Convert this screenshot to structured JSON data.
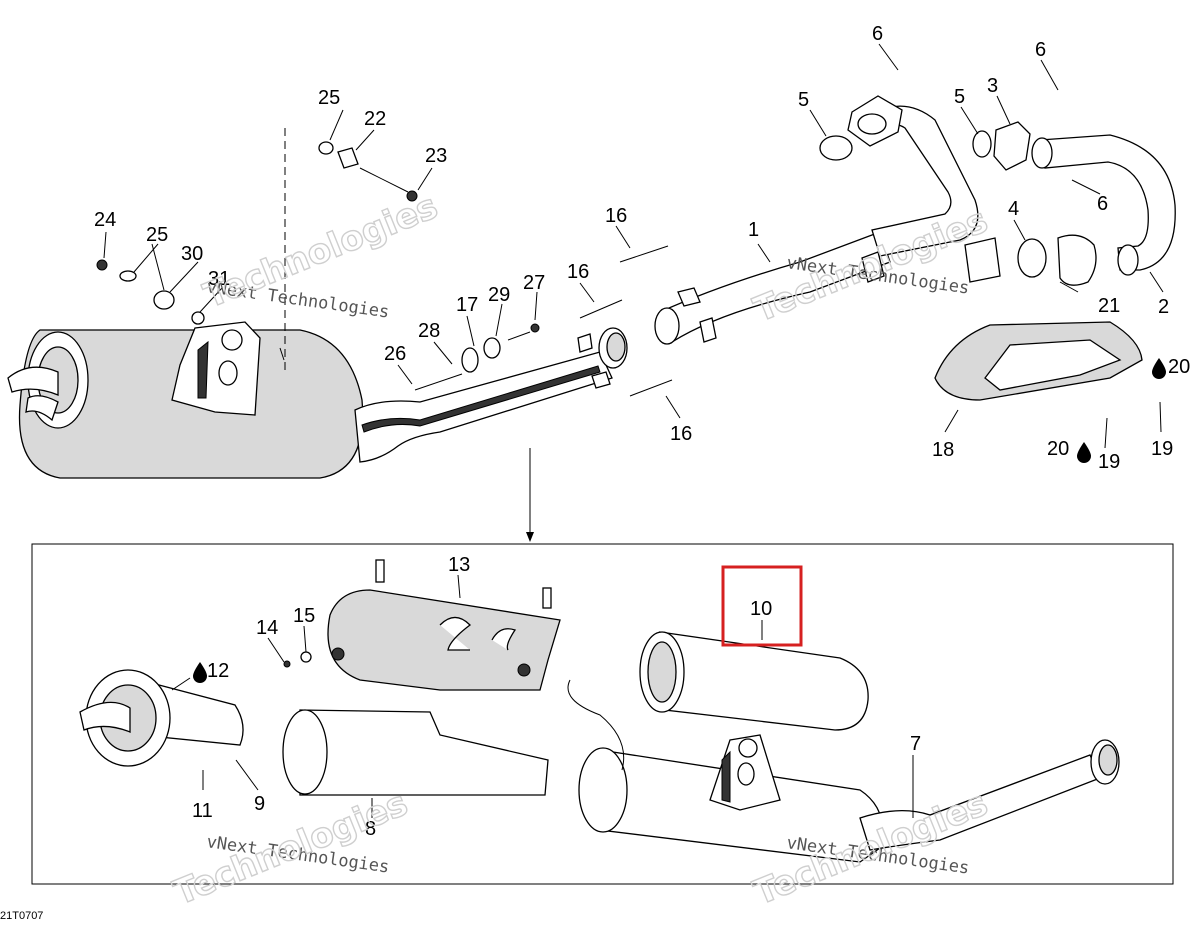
{
  "figure_code": "21T0707",
  "watermark": {
    "line1": "vNext Technologies",
    "line2": "Technologies"
  },
  "callouts": [
    "1",
    "2",
    "3",
    "4",
    "5",
    "5",
    "6",
    "6",
    "6",
    "7",
    "8",
    "9",
    "10",
    "11",
    "12",
    "13",
    "14",
    "15",
    "16",
    "16",
    "16",
    "17",
    "18",
    "19",
    "19",
    "20",
    "20",
    "21",
    "22",
    "23",
    "24",
    "25",
    "25",
    "26",
    "27",
    "28",
    "29",
    "30",
    "31"
  ],
  "highlight": {
    "label": "10",
    "color": "#d62020"
  },
  "sealant_icon": "drop-icon"
}
